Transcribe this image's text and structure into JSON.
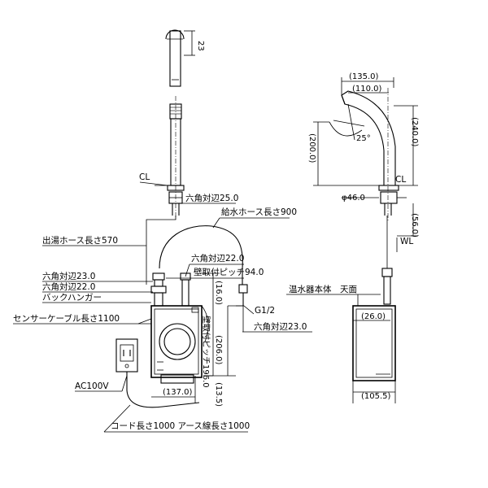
{
  "labels": {
    "cl_front": "CL",
    "cl_side": "CL",
    "hex_25": "六角対辺25.0",
    "supply_hose": "給水ホース長さ900",
    "hot_hose": "出湯ホース長さ570",
    "hex_22_upper": "六角対辺22.0",
    "wall_pitch_94": "壁取付ピッチ94.0",
    "hex_23": "六角対辺23.0",
    "hex_22_lower": "六角対辺22.0",
    "back_hanger": "バックハンガー",
    "sensor_cable": "センサーケーブル長さ1100",
    "thread": "G1/2",
    "hex_23_right": "六角対辺23.0",
    "ac": "AC100V",
    "cord": "コード長さ1000 アース線長さ1000",
    "heater_top": "温水器本体　天面",
    "wl": "WL"
  },
  "dims": {
    "d23": "23",
    "d16": "(16.0)",
    "d206": "(206.0)",
    "pitch196": "壁取付ピッチ196.0",
    "d13_5": "(13.5)",
    "d137": "(137.0)",
    "d135": "(135.0)",
    "d110": "(110.0)",
    "d200": "(200.0)",
    "d240": "(240.0)",
    "angle": "25°",
    "dia46": "φ46.0",
    "d56": "(56.0)",
    "d26": "(26.0)",
    "d105_5": "(105.5)"
  }
}
